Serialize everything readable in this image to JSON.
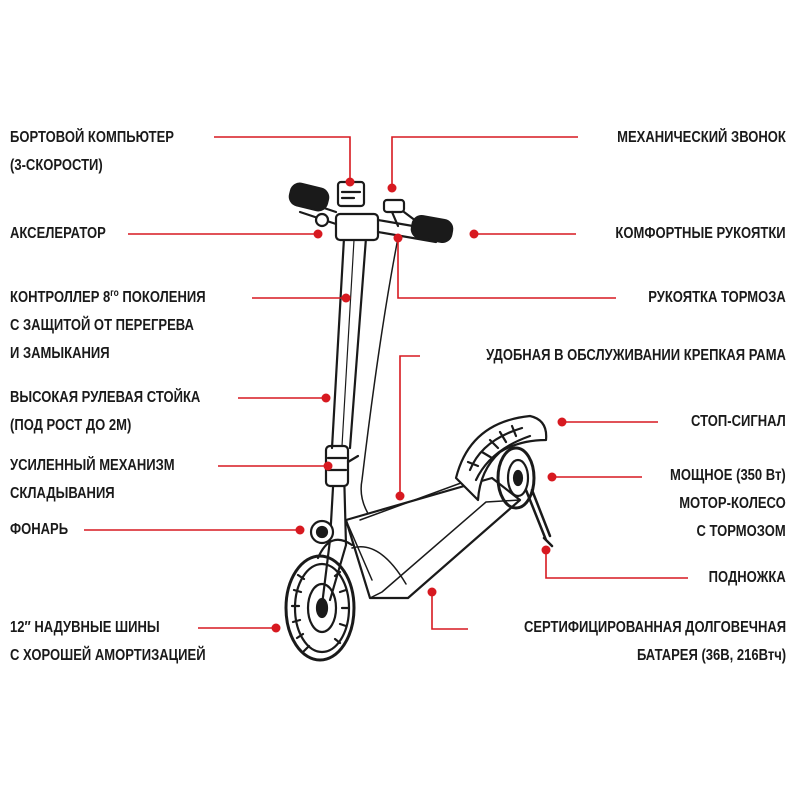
{
  "colors": {
    "accent": "#d71920",
    "ink": "#1a1a1a",
    "background": "#ffffff"
  },
  "labels": {
    "onboard_computer": [
      "БОРТОВОЙ КОМПЬЮТЕР",
      "(3-СКОРОСТИ)"
    ],
    "accelerator": [
      "АКСЕЛЕРАТОР"
    ],
    "controller": {
      "line1_before": "КОНТРОЛЛЕР 8",
      "line1_sup": "го",
      "line1_after": " ПОКОЛЕНИЯ",
      "line2": "С ЗАЩИТОЙ ОТ ПЕРЕГРЕВА",
      "line3": "И ЗАМЫКАНИЯ"
    },
    "steering_column": [
      "ВЫСОКАЯ РУЛЕВАЯ СТОЙКА",
      "(ПОД РОСТ ДО 2М)"
    ],
    "folding": [
      "УСИЛЕННЫЙ МЕХАНИЗМ",
      "СКЛАДЫВАНИЯ"
    ],
    "headlight": [
      "ФОНАРЬ"
    ],
    "tires": [
      "12″ НАДУВНЫЕ ШИНЫ",
      "С ХОРОШЕЙ АМОРТИЗАЦИЕЙ"
    ],
    "bell": [
      "МЕХАНИЧЕСКИЙ ЗВОНОК"
    ],
    "grips": [
      "КОМФОРТНЫЕ РУКОЯТКИ"
    ],
    "brake_lever": [
      "РУКОЯТКА ТОРМОЗА"
    ],
    "frame": [
      "УДОБНАЯ В ОБСЛУЖИВАНИИ КРЕПКАЯ РАМА"
    ],
    "stop_signal": [
      "СТОП-СИГНАЛ"
    ],
    "motor": [
      "МОЩНОЕ (350 Вт)",
      "МОТОР-КОЛЕСО",
      "С ТОРМОЗОМ"
    ],
    "kickstand": [
      "ПОДНОЖКА"
    ],
    "battery": [
      "СЕРТИФИЦИРОВАННАЯ ДОЛГОВЕЧНАЯ",
      "БАТАРЕЯ (36В, 216Втч)"
    ]
  }
}
